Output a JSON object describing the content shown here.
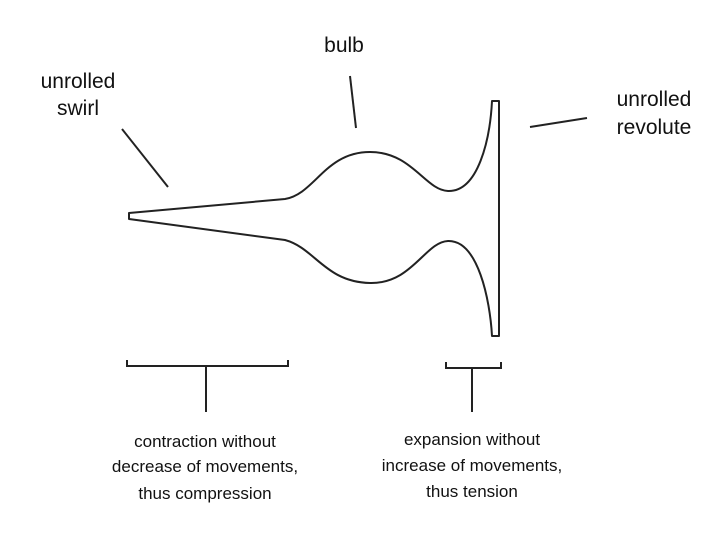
{
  "labels": {
    "swirl": [
      "unrolled",
      "swirl"
    ],
    "bulb": "bulb",
    "revolute": [
      "unrolled",
      "revolute"
    ]
  },
  "captions": {
    "left": [
      "contraction without",
      "decrease of movements,",
      "thus compression"
    ],
    "right": [
      "expansion without",
      "increase of movements,",
      "thus tension"
    ]
  },
  "colors": {
    "line": "#222222",
    "text": "#111111",
    "background": "#ffffff"
  }
}
